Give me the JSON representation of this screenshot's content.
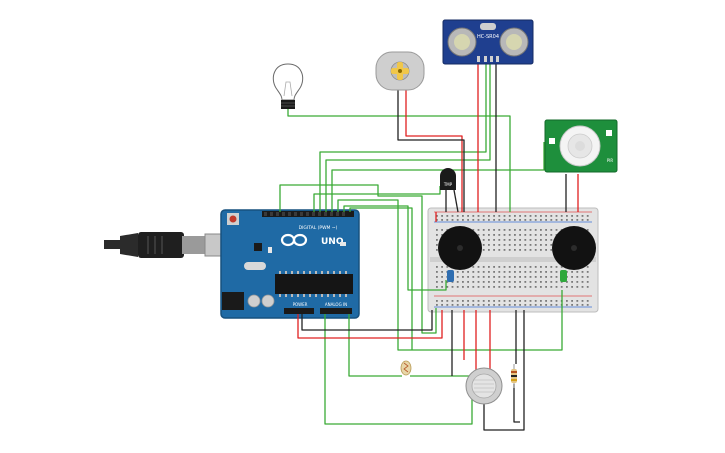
{
  "arduino": {
    "brand_text": "UNO",
    "digital_label": "DIGITAL (PWM ~)",
    "power_label": "POWER",
    "analog_label": "ANALOG IN"
  },
  "ultrasonic": {
    "model_text": "HC-SR04"
  },
  "pir": {
    "model_text": "PIR"
  },
  "transistor": {
    "label": "TMP"
  },
  "wire_colors": {
    "green": "#3aaa35",
    "red": "#e02020",
    "black": "#222222"
  }
}
